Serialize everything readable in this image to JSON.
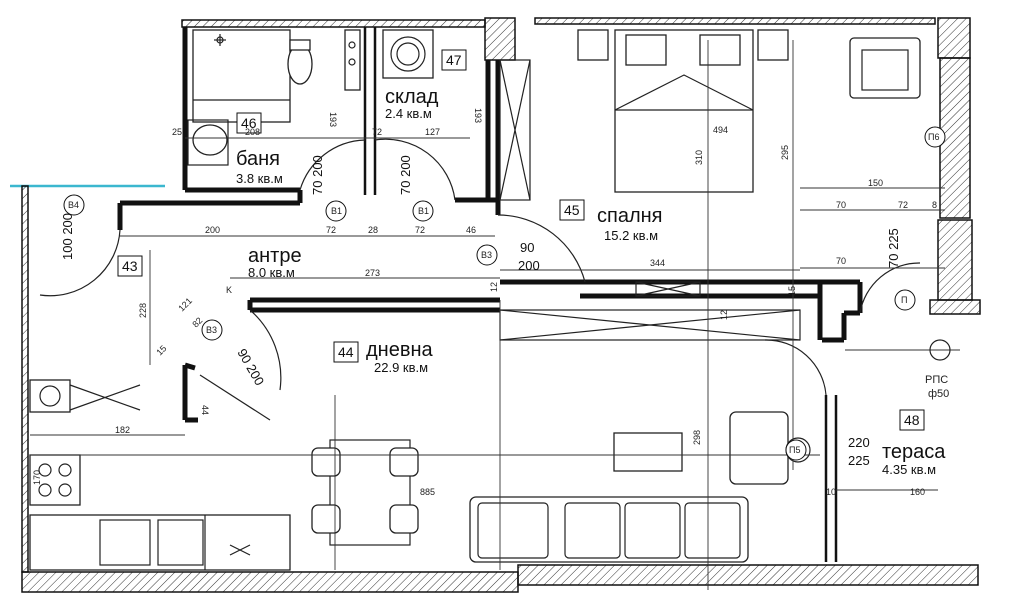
{
  "rooms": {
    "bath": {
      "number": "46",
      "name": "баня",
      "area": "3.8 кв.м"
    },
    "storage": {
      "number": "47",
      "name": "склад",
      "area": "2.4 кв.м"
    },
    "bedroom": {
      "number": "45",
      "name": "спалня",
      "area": "15.2 кв.м"
    },
    "hall": {
      "number": "",
      "name": "антре",
      "area": "8.0 кв.м"
    },
    "living": {
      "number": "44",
      "name": "дневна",
      "area": "22.9 кв.м"
    },
    "terrace": {
      "number": "48",
      "name": "тераса",
      "area": "4.35 кв.м"
    },
    "closet": {
      "number": "43"
    }
  },
  "doors": {
    "b1a": {
      "tag": "B1",
      "w": "70",
      "h": "200"
    },
    "b1b": {
      "tag": "B1",
      "w": "70",
      "h": "200"
    },
    "b3a": {
      "tag": "B3",
      "w": "90",
      "h": "200"
    },
    "b3b": {
      "tag": "B3",
      "w": "90",
      "h": "200"
    },
    "b4": {
      "tag": "B4",
      "w": "100",
      "h": "200"
    },
    "p": {
      "tag": "П",
      "w": "70",
      "h": "225"
    },
    "p5": {
      "tag": "П5"
    },
    "p6": {
      "tag": "П6"
    }
  },
  "dimensions": {
    "d200": "200",
    "d72a": "72",
    "d28": "28",
    "d72b": "72",
    "d46": "46",
    "d273": "273",
    "d208": "208",
    "d25": "25",
    "d193a": "193",
    "d127": "127",
    "d193b": "193",
    "d72c": "72",
    "d310": "310",
    "d295": "295",
    "d494": "494",
    "d150": "150",
    "d70a": "70",
    "d72d": "72",
    "d8": "8",
    "d70b": "70",
    "d344": "344",
    "d12a": "12",
    "d15": "15",
    "d12b": "12",
    "d228": "228",
    "d121": "121",
    "d82": "82",
    "d15b": "15",
    "d44": "44",
    "d182": "182",
    "d170": "170",
    "d885": "885",
    "d298": "298",
    "d10": "10",
    "d160": "160",
    "d220": "220",
    "d225": "225",
    "k": "K"
  },
  "labels": {
    "rps": "РПС",
    "rps_dia": "ф50"
  }
}
